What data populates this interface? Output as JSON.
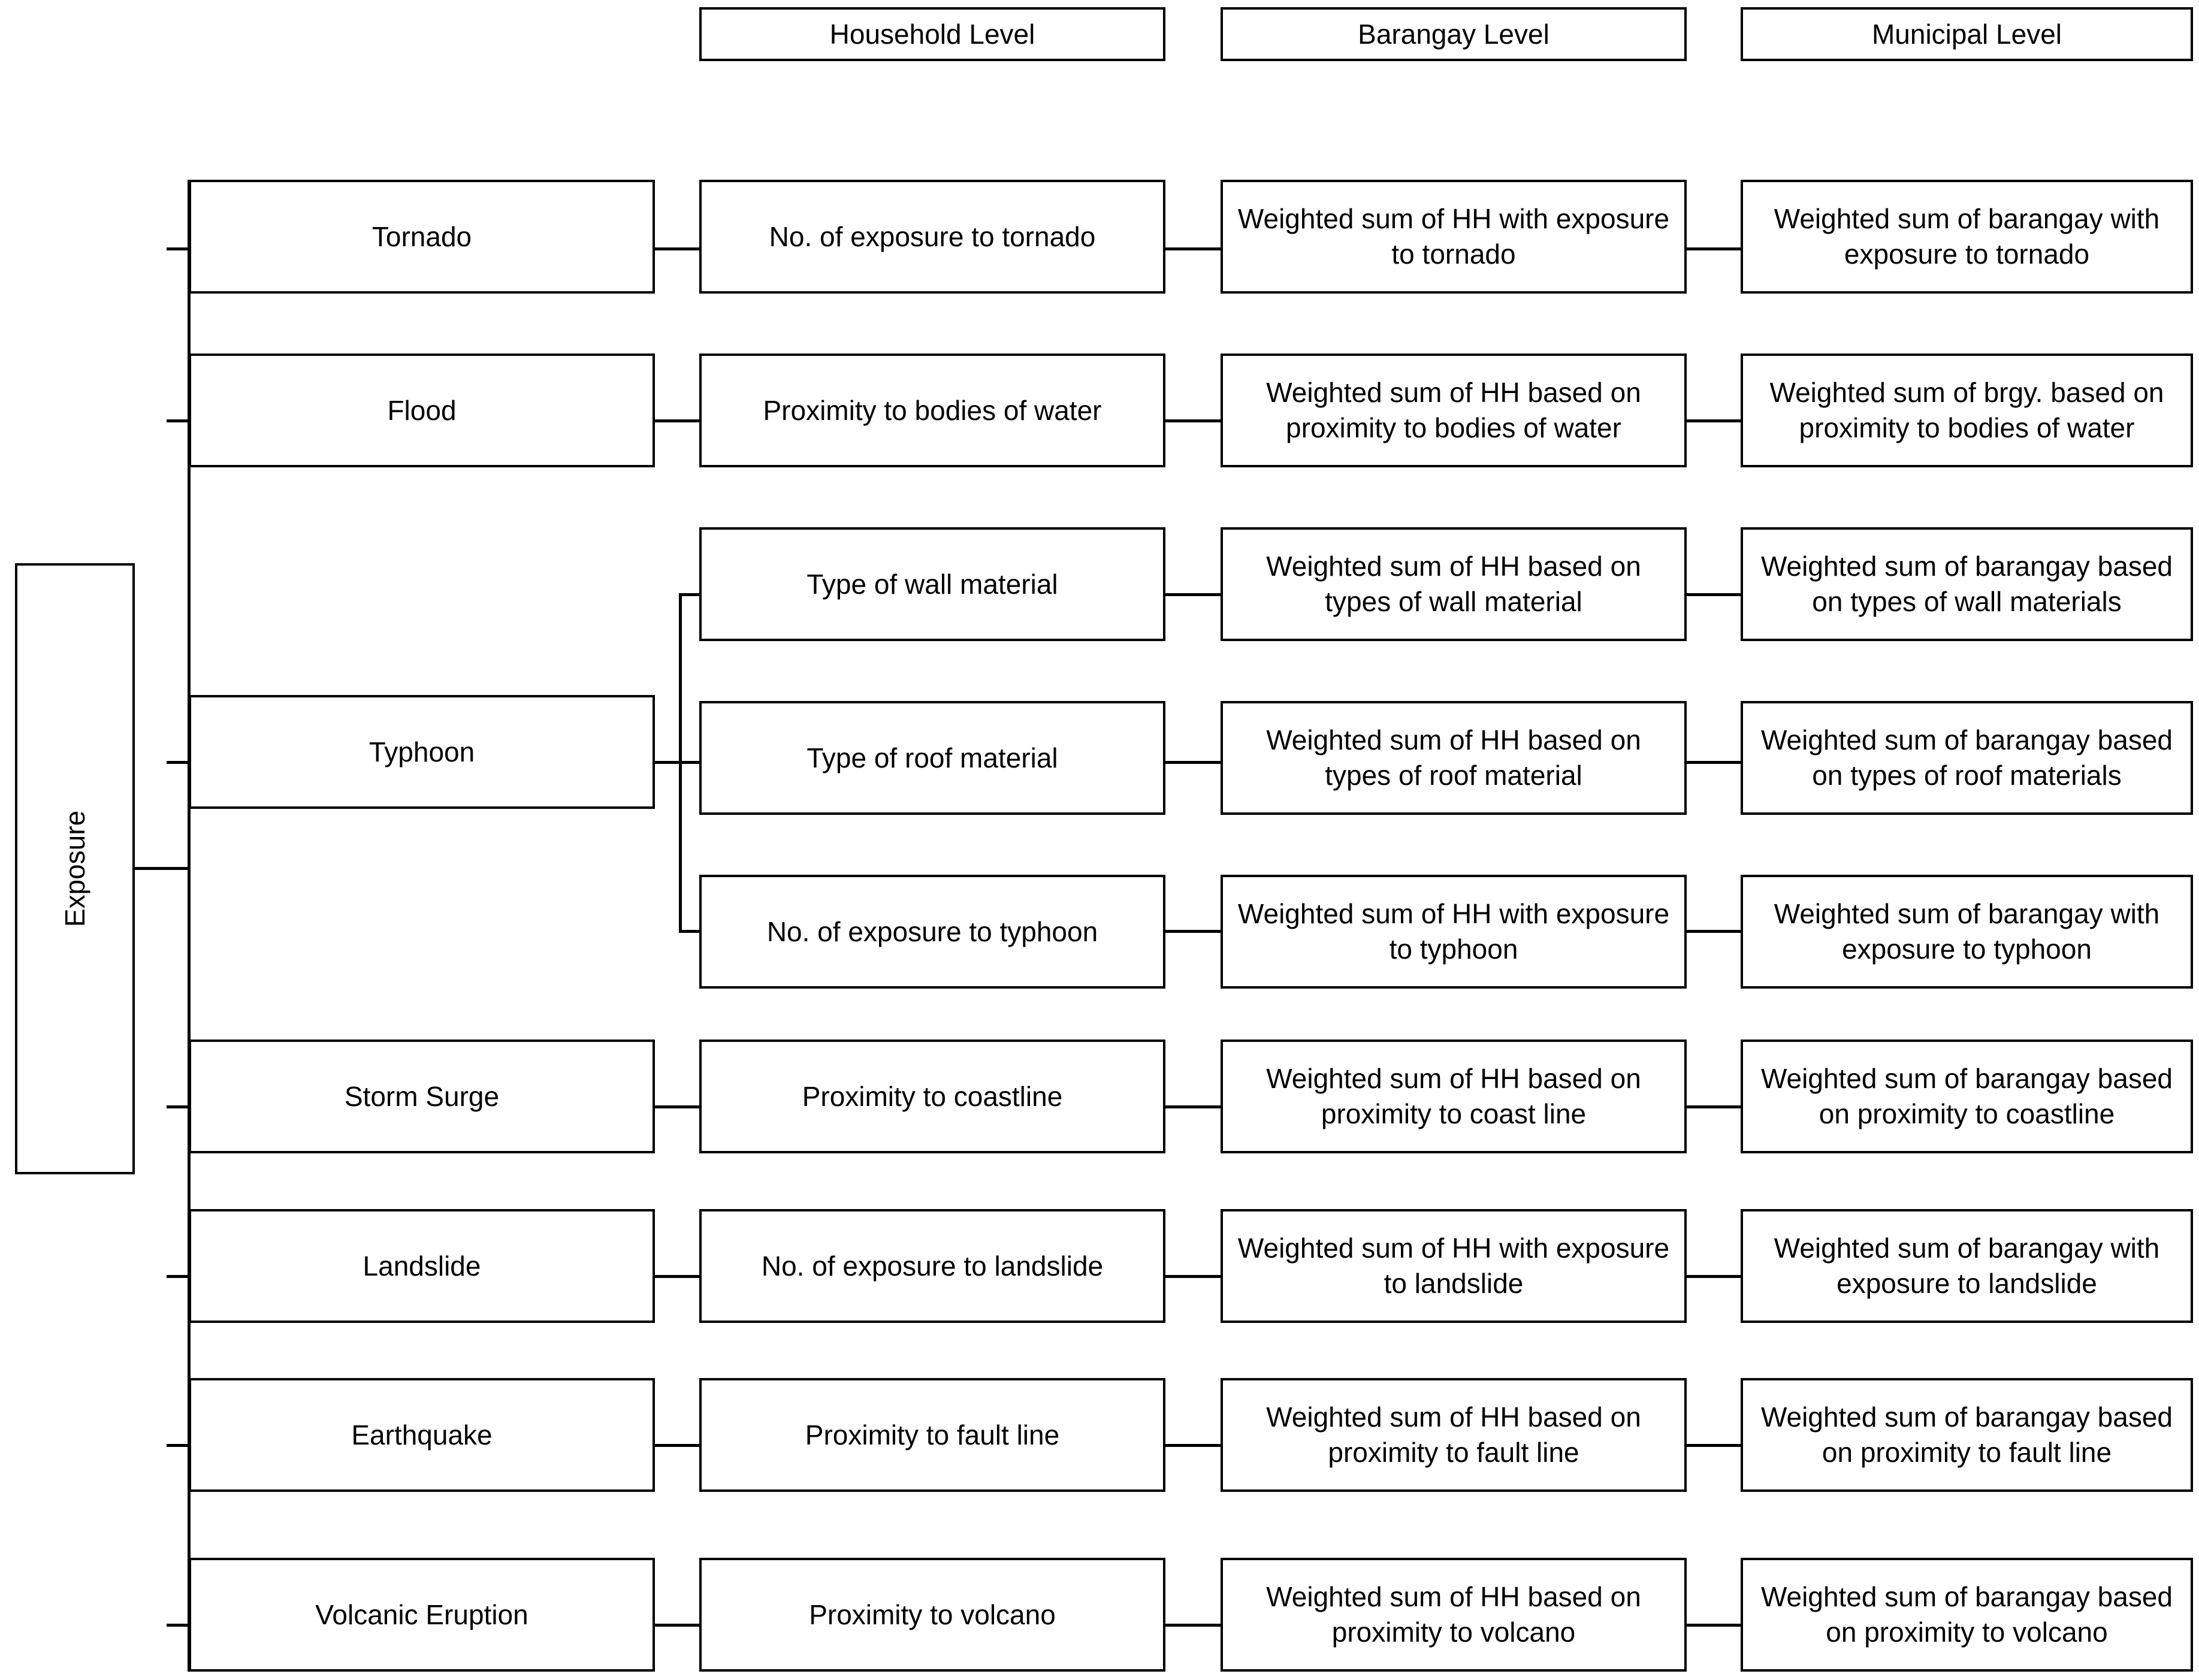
{
  "diagram": {
    "root": {
      "label": "Exposure"
    },
    "columns": [
      {
        "id": "household",
        "label": "Household Level"
      },
      {
        "id": "barangay",
        "label": "Barangay Level"
      },
      {
        "id": "municipal",
        "label": "Municipal Level"
      }
    ],
    "rows": [
      {
        "hazard": "Tornado",
        "household": "No. of exposure to tornado",
        "barangay": "Weighted sum of HH with exposure to tornado",
        "municipal": "Weighted sum of barangay with exposure to tornado"
      },
      {
        "hazard": "Flood",
        "household": "Proximity to bodies of water",
        "barangay": "Weighted sum of HH based on proximity to bodies of water",
        "municipal": "Weighted sum of brgy. based on proximity to bodies of water"
      },
      {
        "hazard": "Typhoon",
        "household": "Type of wall material",
        "barangay": "Weighted sum of HH based on types of wall material",
        "municipal": "Weighted sum of barangay based on types of wall materials"
      },
      {
        "hazard": "",
        "household": "Type of roof material",
        "barangay": "Weighted sum of HH based on types of roof material",
        "municipal": "Weighted sum of barangay based on types of roof materials"
      },
      {
        "hazard": "",
        "household": "No. of exposure to typhoon",
        "barangay": "Weighted sum of HH with exposure to typhoon",
        "municipal": "Weighted sum of barangay with exposure to typhoon"
      },
      {
        "hazard": "Storm Surge",
        "household": "Proximity to coastline",
        "barangay": "Weighted sum of HH based on proximity to coast line",
        "municipal": "Weighted sum of barangay based on proximity to coastline"
      },
      {
        "hazard": "Landslide",
        "household": "No. of exposure to landslide",
        "barangay": "Weighted sum of HH with exposure to landslide",
        "municipal": "Weighted sum of barangay with exposure to landslide"
      },
      {
        "hazard": "Earthquake",
        "household": "Proximity to fault line",
        "barangay": "Weighted sum of HH based on proximity to fault line",
        "municipal": "Weighted sum of barangay based on proximity to fault line"
      },
      {
        "hazard": "Volcanic Eruption",
        "household": "Proximity to volcano",
        "barangay": "Weighted sum of HH based on proximity to volcano",
        "municipal": "Weighted sum of barangay based on proximity to volcano"
      }
    ],
    "colors": {
      "line": "#000000",
      "background": "#ffffff"
    }
  }
}
